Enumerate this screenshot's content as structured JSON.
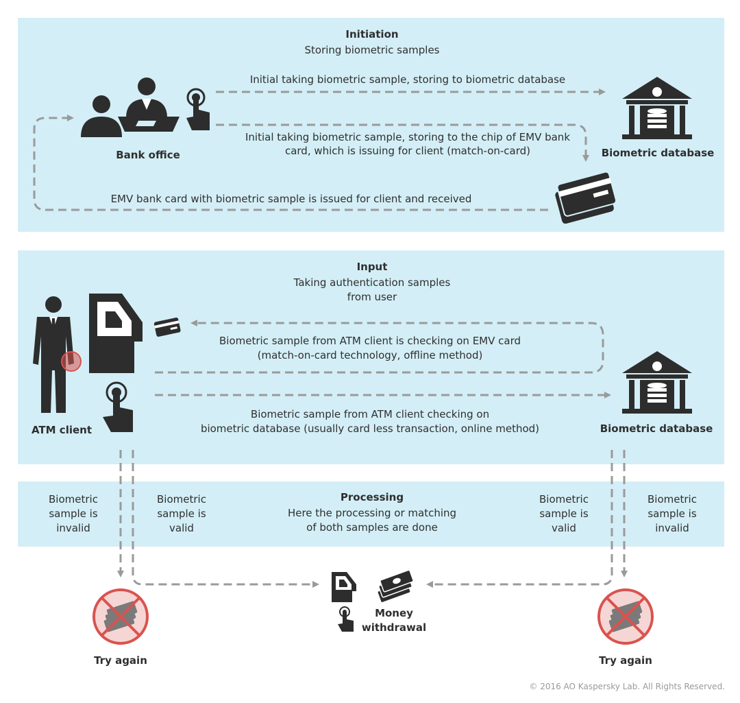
{
  "initiation": {
    "title": "Initiation",
    "subtitle": "Storing biometric samples",
    "arrow1": "Initial taking biometric sample, storing to biometric database",
    "arrow2_line1": "Initial taking biometric sample, storing to the chip of EMV bank",
    "arrow2_line2": "card, which is issuing for client (match-on-card)",
    "arrow3": "EMV bank card with biometric sample is issued for client and received",
    "bank_office": "Bank office",
    "biometric_database": "Biometric database"
  },
  "input": {
    "title": "Input",
    "subtitle_line1": "Taking authentication samples",
    "subtitle_line2": "from user",
    "card_check_line1": "Biometric sample from ATM client is checking on EMV card",
    "card_check_line2": "(match-on-card technology, offline method)",
    "db_check_line1": "Biometric sample from ATM client checking on",
    "db_check_line2": "biometric database (usually card less transaction, online method)",
    "atm_client": "ATM client",
    "biometric_database": "Biometric database"
  },
  "processing": {
    "title": "Processing",
    "subtitle_line1": "Here the processing or matching",
    "subtitle_line2": "of both samples are done",
    "left_invalid": [
      "Biometric",
      "sample is",
      "invalid"
    ],
    "left_valid": [
      "Biometric",
      "sample is",
      "valid"
    ],
    "right_valid": [
      "Biometric",
      "sample is",
      "valid"
    ],
    "right_invalid": [
      "Biometric",
      "sample is",
      "invalid"
    ]
  },
  "outcome": {
    "money_line1": "Money",
    "money_line2": "withdrawal",
    "try_again_left": "Try again",
    "try_again_right": "Try again"
  },
  "copyright": "© 2016 AO Kaspersky Lab. All Rights Reserved.",
  "colors": {
    "panel": "#d3eef6",
    "icon": "#2d2d2d",
    "arrow": "#9a9a9a",
    "deny": "#d9534f"
  },
  "icons": [
    "person-icon",
    "clerk-desk-icon",
    "finger-touch-icon",
    "bank-building-icon",
    "bank-card-icon",
    "atm-icon",
    "money-stack-icon",
    "no-money-icon",
    "businessman-icon"
  ]
}
